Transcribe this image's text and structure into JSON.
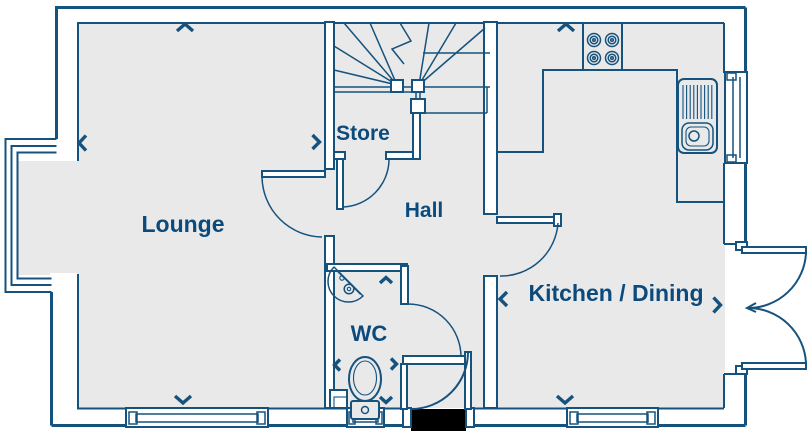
{
  "floorplan": {
    "view": "ground-floor-plan",
    "rooms": {
      "lounge": {
        "label": "Lounge",
        "dimension_markers": [
          "up",
          "left",
          "right",
          "down"
        ]
      },
      "store": {
        "label": "Store",
        "dimension_markers": []
      },
      "hall": {
        "label": "Hall",
        "dimension_markers": []
      },
      "wc": {
        "label": "WC",
        "dimension_markers": [
          "up",
          "left",
          "right",
          "down"
        ]
      },
      "kitchen_dining": {
        "label": "Kitchen / Dining",
        "dimension_markers": [
          "up",
          "left",
          "right",
          "down"
        ]
      }
    },
    "fixtures": [
      "stairs-with-winders",
      "under-stairs-store",
      "hob-4-burner",
      "sink-with-drainer",
      "worktop",
      "tall-unit",
      "toilet",
      "corner-basin",
      "duct-boxing",
      "bay-window",
      "rear-window",
      "side-window",
      "front-door",
      "french-doors",
      "internal-door-swings",
      "entrance-canopy"
    ],
    "colors": {
      "line": "#15527d",
      "label_text": "#0d4a7c",
      "floor": "#e9e9ea",
      "wall_fill": "#ffffff",
      "entrance_gap": "#000000",
      "page_bg": "#ffffff"
    }
  }
}
